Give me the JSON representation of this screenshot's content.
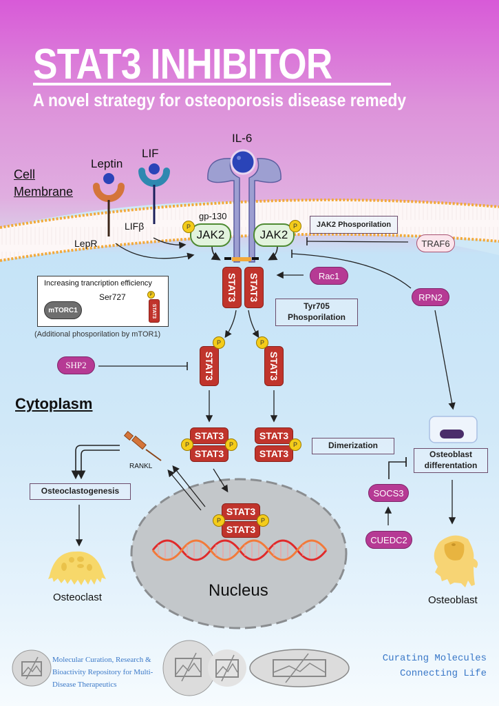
{
  "header": {
    "title": "STAT3 INHIBITOR",
    "subtitle": "A novel strategy for osteoporosis disease remedy"
  },
  "regions": {
    "cell_membrane_line1": "Cell",
    "cell_membrane_line2": "Membrane",
    "cytoplasm": "Cytoplasm",
    "nucleus": "Nucleus"
  },
  "ligands": {
    "leptin": "Leptin",
    "lif": "LIF",
    "il6": "IL-6"
  },
  "receptors": {
    "lepr": "LepR",
    "lifb": "LIFβ",
    "gp130": "gp-130"
  },
  "kinases": {
    "jak2_left": "JAK2",
    "jak2_right": "JAK2",
    "phospho": "P"
  },
  "proteins": {
    "stat3": "STAT3",
    "rac1": "Rac1",
    "traf6": "TRAF6",
    "rpn2": "RPN2",
    "shp2": "SHP2",
    "socs3": "SOCS3",
    "cuedc2": "CUEDC2",
    "rankl": "RANKL"
  },
  "annotations": {
    "jak2_phospho": "JAK2 Phosporilation",
    "tyr705_line1": "Tyr705",
    "tyr705_line2": "Phosporilation",
    "dimerization": "Dimerization",
    "osteoclastogenesis": "Osteoclastogenesis",
    "osteoblast_diff_line1": "Osteoblast",
    "osteoblast_diff_line2": "differentation"
  },
  "mtor_box": {
    "title": "Increasing trancription efficiency",
    "source": "mTORC1",
    "site": "Ser727",
    "target": "STAT3",
    "caption": "(Additional phosporilation by mTOR1)"
  },
  "cells": {
    "osteoclast": "Osteoclast",
    "osteoblast": "Osteoblast"
  },
  "colors": {
    "stat3": "#c0342c",
    "pill": "#b63a94",
    "phospho": "#f4cc1a",
    "jak2_fill": "#e2f3dd",
    "receptor": "#9d9fd1",
    "ligand": "#2a44b8"
  },
  "footer": {
    "org_line1": "Molecular Curation, Research &",
    "org_line2": "Bioactivity Repository for Multi-",
    "org_line3": "Disease Therapeutics",
    "tagline1": "Curating Molecules",
    "tagline2": "Connecting Life"
  }
}
